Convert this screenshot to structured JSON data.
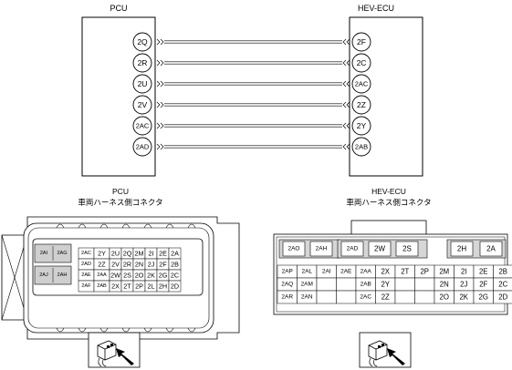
{
  "titles": {
    "pcu": "PCU",
    "hev": "HEV-ECU",
    "pcu_connector": [
      "PCU",
      "車両ハーネス側コネクタ"
    ],
    "hev_connector": [
      "HEV-ECU",
      "車両ハーネス側コネクタ"
    ]
  },
  "wires": [
    {
      "pcu": "2Q",
      "hev": "2F"
    },
    {
      "pcu": "2R",
      "hev": "2C"
    },
    {
      "pcu": "2U",
      "hev": "2AC"
    },
    {
      "pcu": "2V",
      "hev": "2Z"
    },
    {
      "pcu": "2AC",
      "hev": "2Y"
    },
    {
      "pcu": "2AD",
      "hev": "2AB"
    }
  ],
  "pcu_connector": {
    "side_labels": [
      "2AI",
      "2AG",
      "2AJ",
      "2AH"
    ],
    "rows": [
      [
        "2AC",
        "2Y",
        "2U",
        "2Q",
        "2M",
        "2I",
        "2E",
        "2A"
      ],
      [
        "2AD",
        "2Z",
        "2V",
        "2R",
        "2N",
        "2J",
        "2F",
        "2B"
      ],
      [
        "2AE",
        "2AA",
        "2W",
        "2S",
        "2O",
        "2K",
        "2G",
        "2C"
      ],
      [
        "2AF",
        "2AB",
        "2X",
        "2T",
        "2P",
        "2L",
        "2H",
        "2D"
      ]
    ]
  },
  "hev_connector": {
    "top_labels": [
      "2AO",
      "2AH",
      "2AD",
      "2W",
      "2S",
      "2H",
      "2A"
    ],
    "rows": [
      [
        "2AP",
        "2AL",
        "2AI",
        "2AE",
        "2AA",
        "2X",
        "2T",
        "2P",
        "2M",
        "2I",
        "2E",
        "2B"
      ],
      [
        "2AQ",
        "2AM",
        "",
        "",
        "2AB",
        "2Y",
        "",
        "",
        "",
        "2N",
        "2J",
        "2F",
        "2C"
      ],
      [
        "2AR",
        "2AN",
        "",
        "",
        "2AC",
        "2Z",
        "",
        "",
        "2O",
        "2K",
        "2G",
        "2D"
      ]
    ]
  }
}
